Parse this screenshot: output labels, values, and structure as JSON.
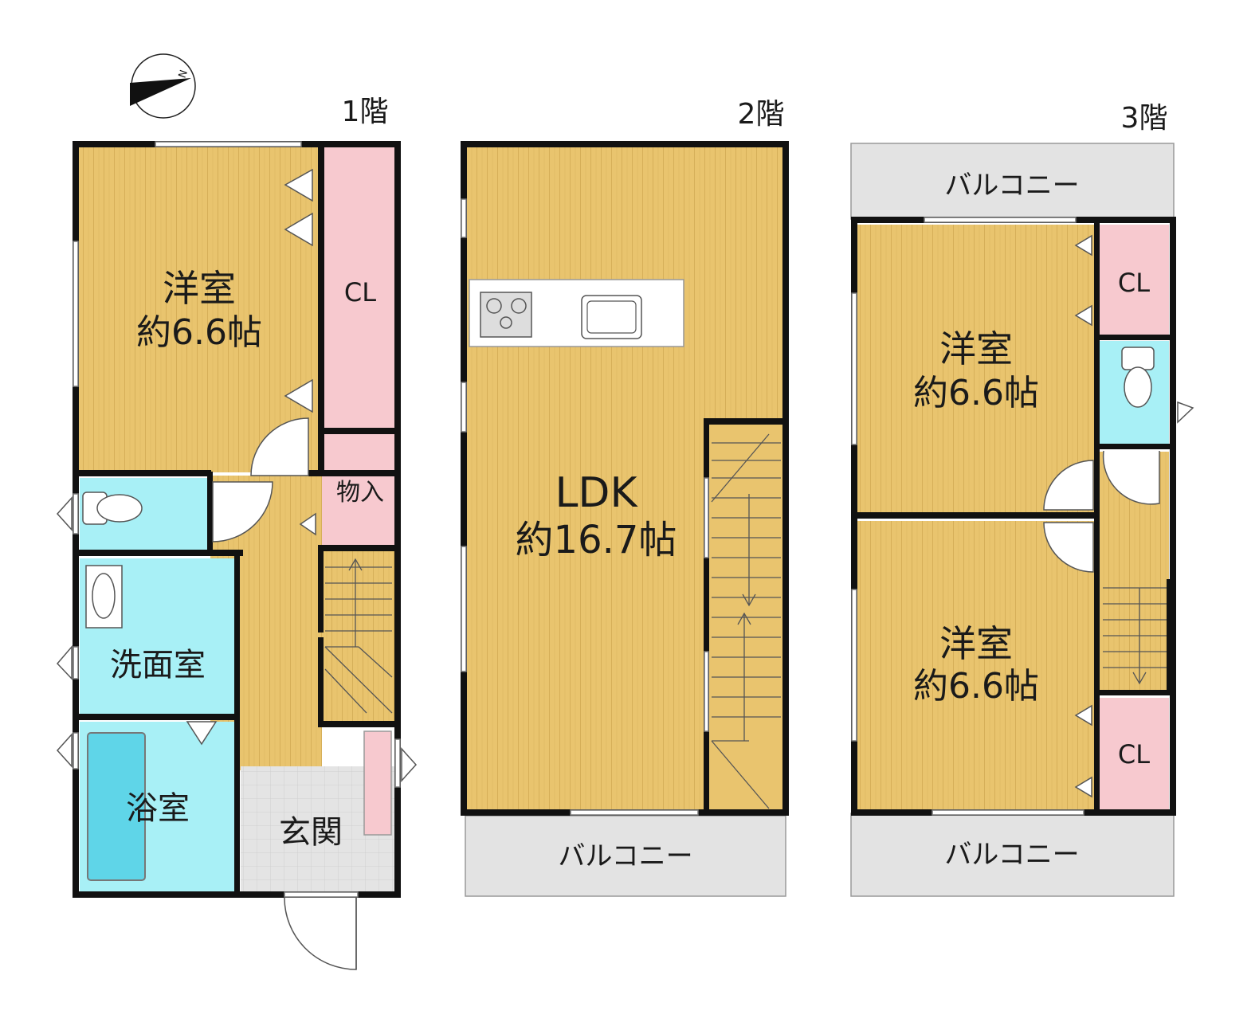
{
  "floors": [
    {
      "label": "1階",
      "rooms": {
        "western_room": {
          "name": "洋室",
          "size": "約6.6帖"
        },
        "closet": "CL",
        "storage": "物入",
        "washroom": "洗面室",
        "bathroom": "浴室",
        "entrance": "玄関"
      }
    },
    {
      "label": "2階",
      "rooms": {
        "ldk": {
          "name": "LDK",
          "size": "約16.7帖"
        },
        "balcony": "バルコニー"
      }
    },
    {
      "label": "3階",
      "rooms": {
        "balcony_north": "バルコニー",
        "western_room_1": {
          "name": "洋室",
          "size": "約6.6帖"
        },
        "western_room_2": {
          "name": "洋室",
          "size": "約6.6帖"
        },
        "closet_1": "CL",
        "closet_2": "CL",
        "balcony_south": "バルコニー"
      }
    }
  ],
  "compass": {
    "north_letter": "N"
  },
  "colors": {
    "floor_wood": "#e9c46e",
    "wood_line": "#d3ab55",
    "closet_pink": "#f7c9cf",
    "wet_area_cyan": "#a8f0f6",
    "balcony_gray": "#e3e3e3",
    "entrance_tile": "#e6e6e6",
    "wall": "#111111"
  }
}
